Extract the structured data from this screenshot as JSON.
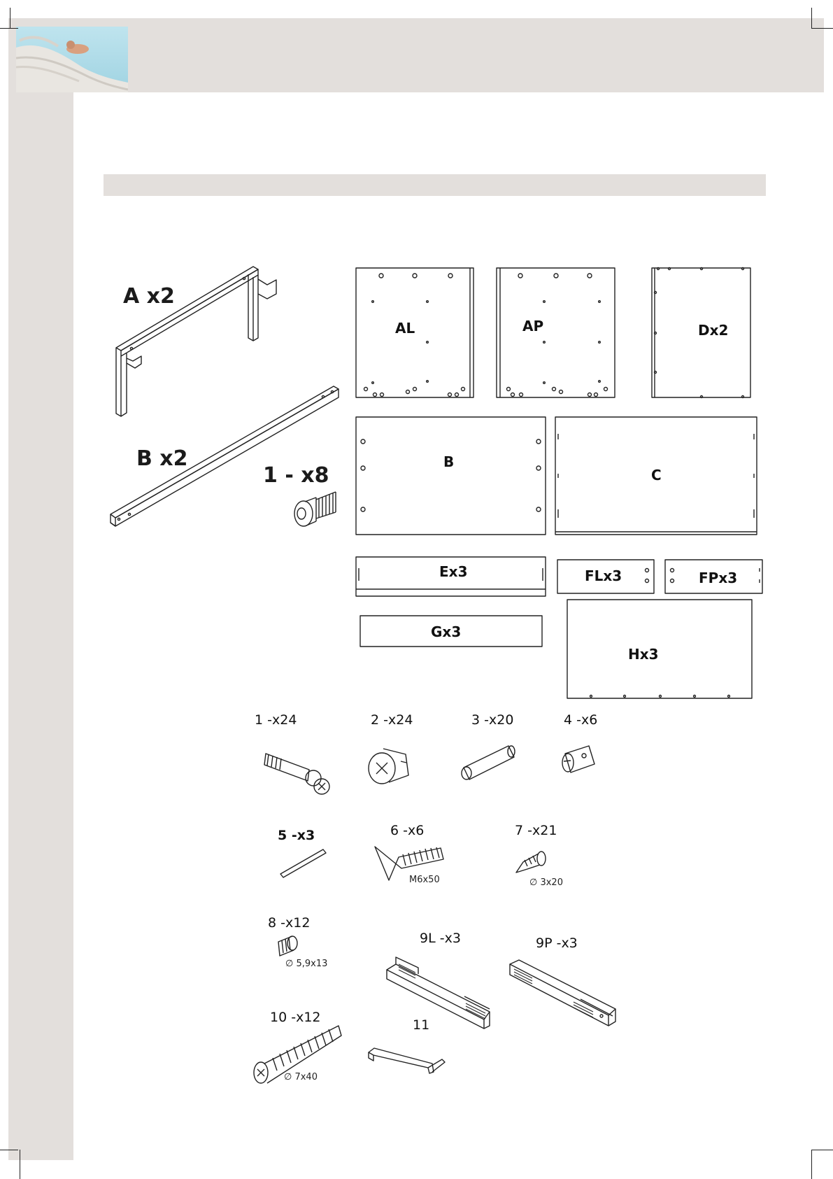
{
  "frame_parts": [
    {
      "label": "A x2"
    },
    {
      "label": "B x2"
    },
    {
      "label": "1 - x8"
    }
  ],
  "panels": [
    {
      "label": "AL"
    },
    {
      "label": "AP"
    },
    {
      "label": "Dx2"
    },
    {
      "label": "B"
    },
    {
      "label": "C"
    },
    {
      "label": "Ex3"
    },
    {
      "label": "FLx3"
    },
    {
      "label": "FPx3"
    },
    {
      "label": "Gx3"
    },
    {
      "label": "Hx3"
    }
  ],
  "hardware": [
    {
      "label": "1 -x24"
    },
    {
      "label": "2 -x24"
    },
    {
      "label": "3 -x20"
    },
    {
      "label": "4 -x6"
    },
    {
      "label": "5 -x3"
    },
    {
      "label": "6 -x6",
      "dimension": "M6x50"
    },
    {
      "label": "7 -x21",
      "dimension": "∅ 3x20"
    },
    {
      "label": "8 -x12",
      "dimension": "∅ 5,9x13"
    },
    {
      "label": "9L -x3"
    },
    {
      "label": "9P -x3"
    },
    {
      "label": "10 -x12",
      "dimension": "∅ 7x40"
    },
    {
      "label": "11"
    }
  ]
}
